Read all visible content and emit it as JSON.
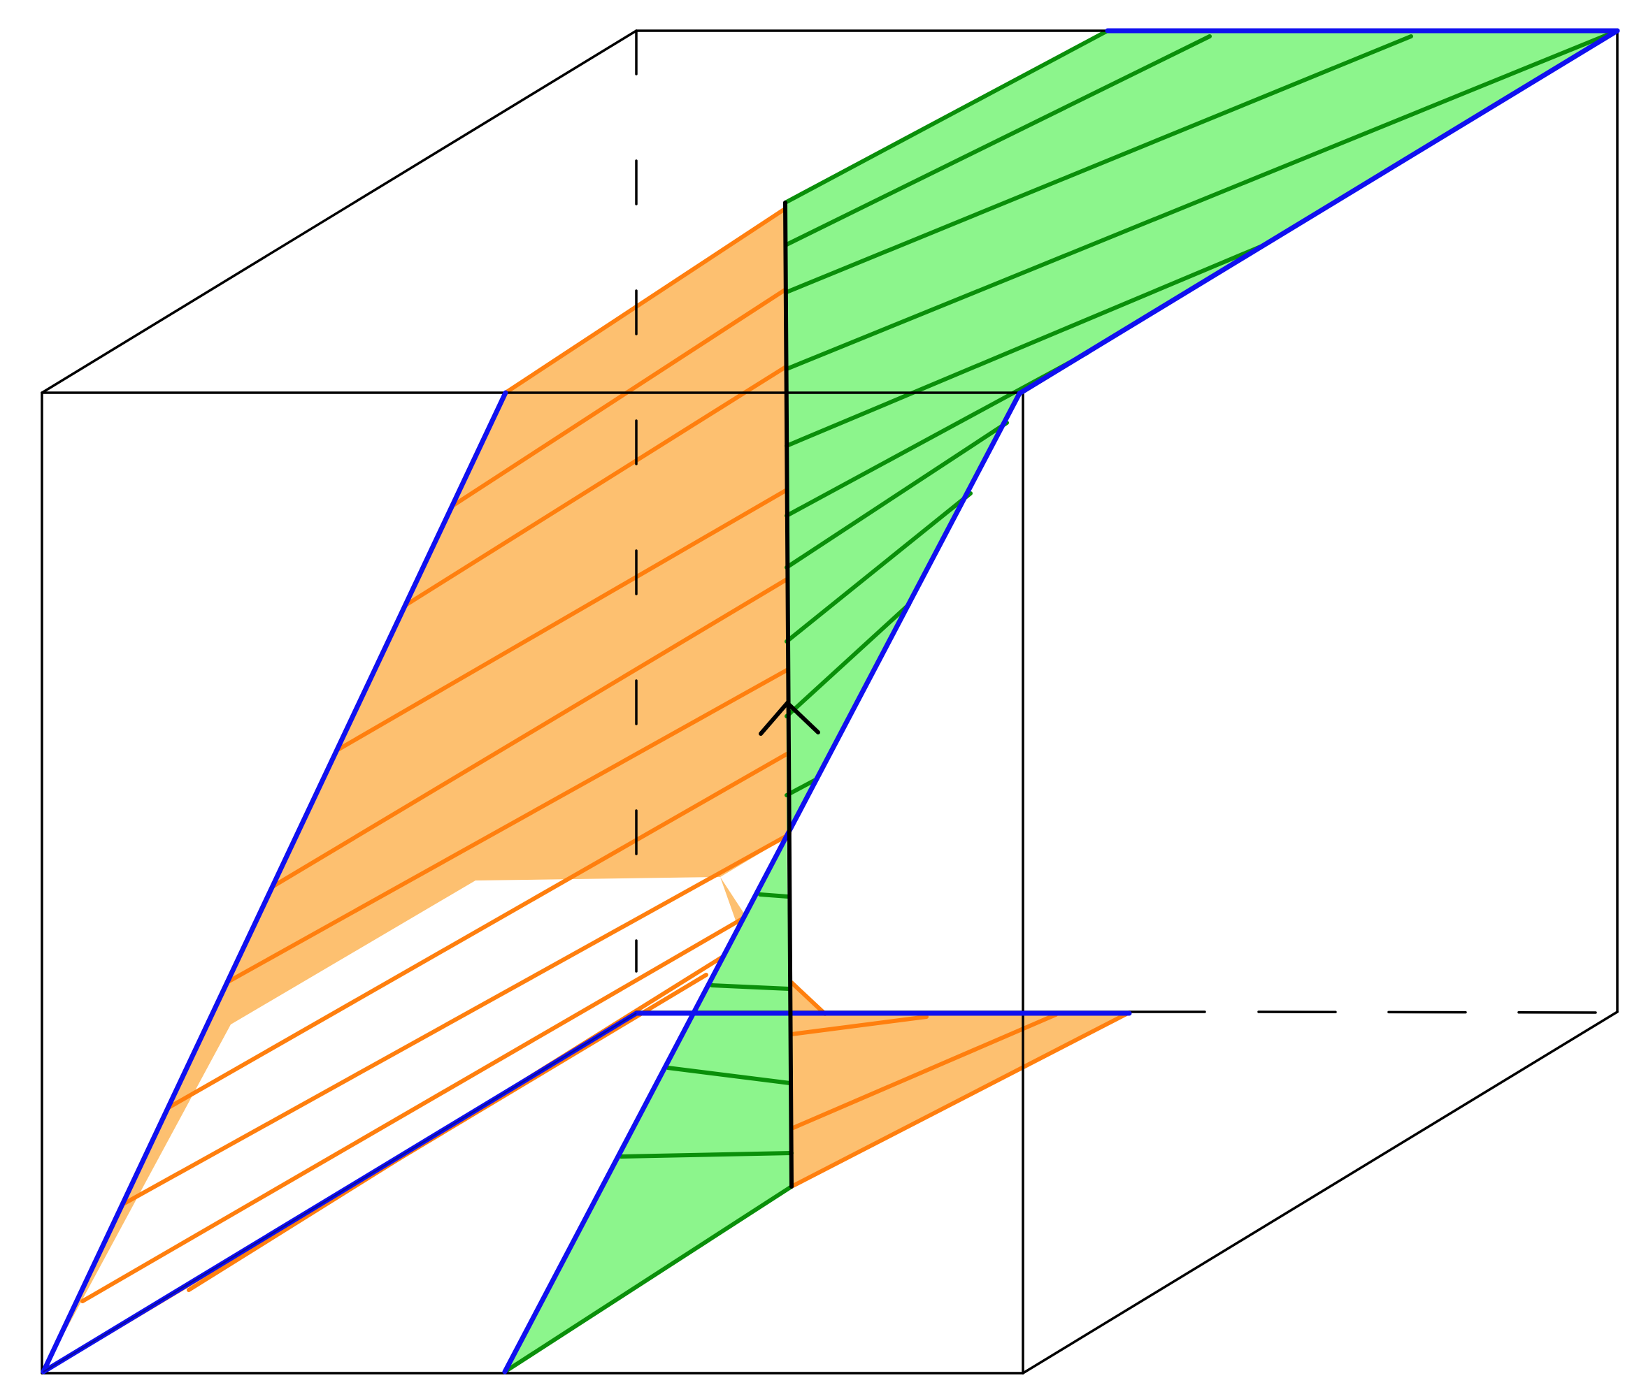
{
  "diagram": {
    "kind": "3d-cube-with-two-hatched-surfaces",
    "colors": {
      "background": "#ffffff",
      "cube_edge": "#000000",
      "orange_fill": "#fdc070",
      "orange_line": "#ff7f0e",
      "green_fill": "#8cf58c",
      "green_line": "#0a8f0a",
      "blue_boundary": "#1010f0",
      "axis_line": "#000000"
    },
    "parts": [
      "cube-frame",
      "orange-surface",
      "green-surface",
      "blue-boundary-curves",
      "central-vertical-axis",
      "arrowhead"
    ]
  }
}
